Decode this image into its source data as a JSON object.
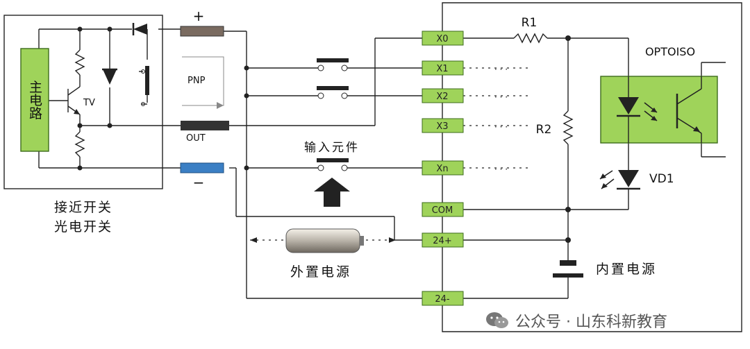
{
  "sensor": {
    "main_circuit": "主电路",
    "transistor": "TV",
    "plus": "+",
    "pnp": "PNP",
    "out": "OUT",
    "minus": "−",
    "caption_line1": "接近开关",
    "caption_line2": "光电开关"
  },
  "inputs": {
    "element_label": "输入元件",
    "external_supply": "外置电源"
  },
  "plc": {
    "terminals": [
      "X0",
      "X1",
      "X2",
      "X3",
      "Xn",
      "COM",
      "24+",
      "24-"
    ],
    "dots": "· · ·",
    "r1": "R1",
    "r2": "R2",
    "optoiso": "OPTOISO",
    "vd1": "VD1",
    "internal_supply": "内置电源"
  },
  "watermark": {
    "text": "公众号 · 山东科新教育"
  },
  "colors": {
    "green": "#9fd35a",
    "green_border": "#3c6b1c",
    "line": "#222222",
    "blue": "#3b7fc4",
    "brown": "#6d5a4d"
  }
}
